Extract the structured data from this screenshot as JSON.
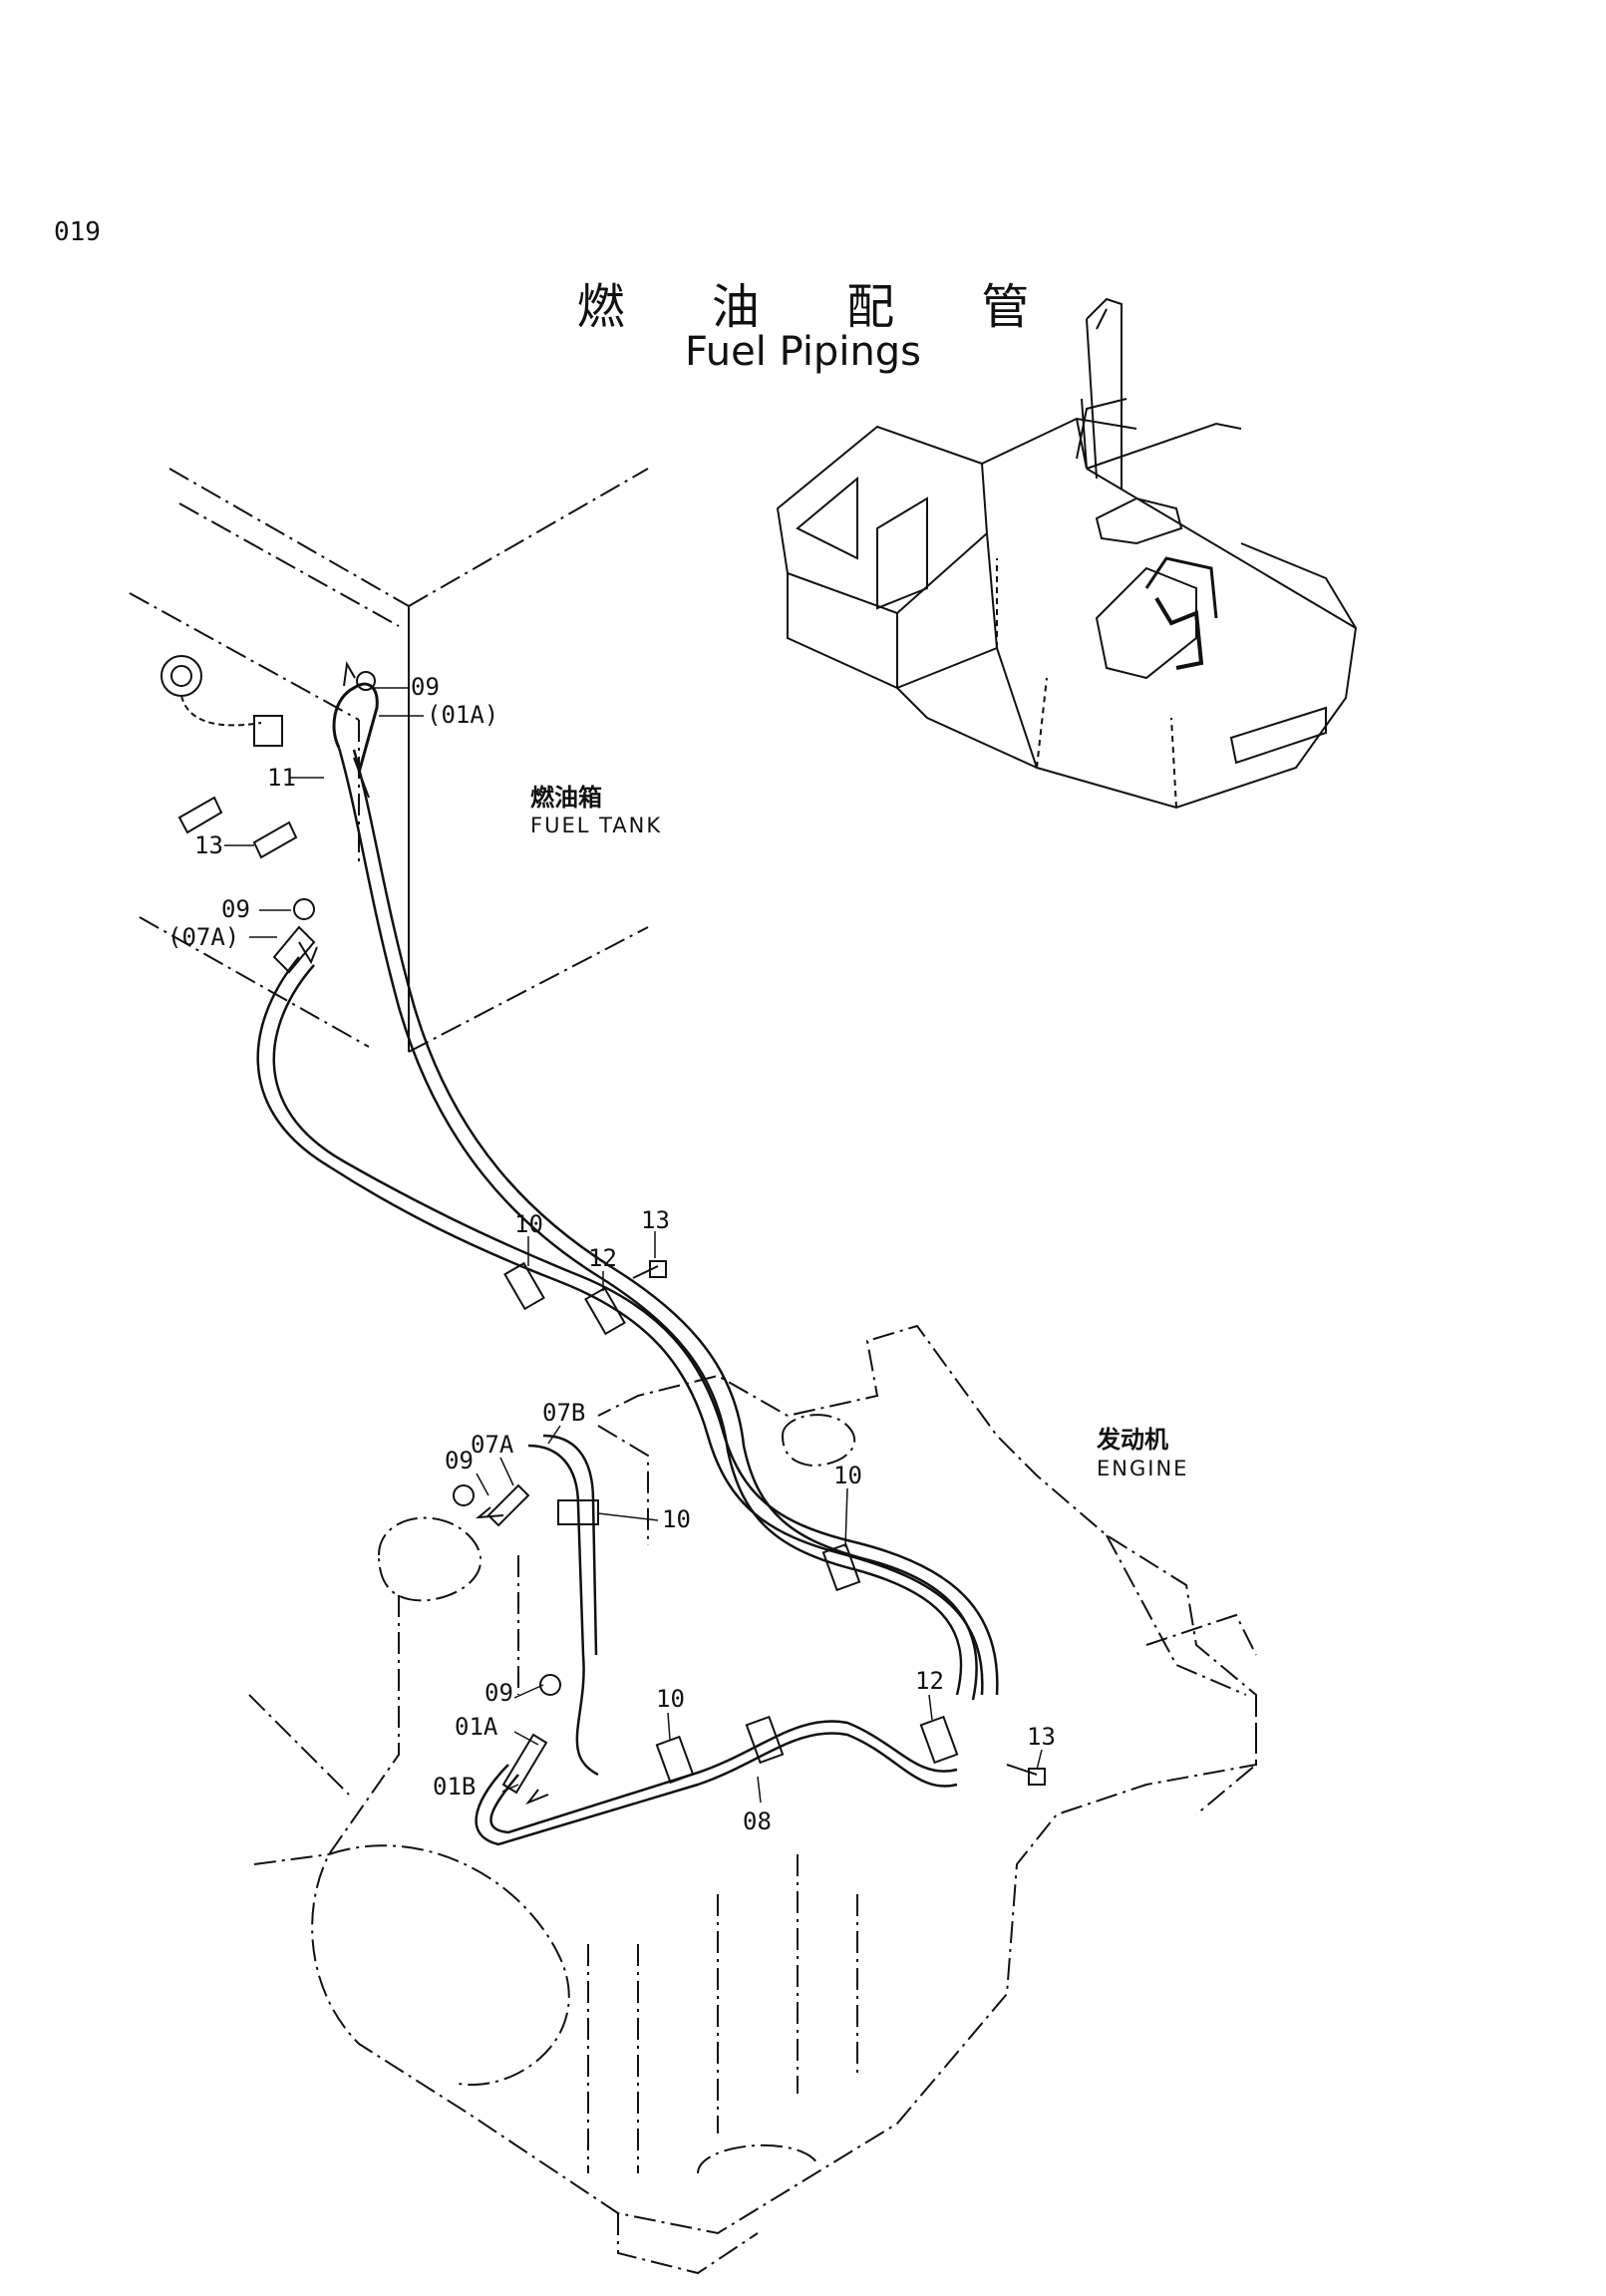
{
  "page": {
    "number": "019"
  },
  "title": {
    "zh": "燃 油 配 管",
    "en": "Fuel Pipings"
  },
  "component_labels": {
    "fuel_tank": {
      "zh": "燃油箱",
      "en": "FUEL TANK"
    },
    "engine": {
      "zh": "发动机",
      "en": "ENGINE"
    }
  },
  "callouts": {
    "tank_09_top": "09",
    "tank_01a": "(01A)",
    "tank_11": "11",
    "tank_13": "13",
    "tank_09_low": "09",
    "tank_07a": "(07A)",
    "clamp_10_top": "10",
    "bolt_13_top": "13",
    "clamp_12_top": "12",
    "engine_07b": "07B",
    "engine_07a": "07A",
    "engine_09_top": "09",
    "engine_10_mid": "10",
    "engine_10_right": "10",
    "engine_09_low": "09",
    "engine_01a": "01A",
    "engine_01b": "01B",
    "engine_10_low": "10",
    "engine_08": "08",
    "engine_12_low": "12",
    "engine_13_low": "13"
  },
  "colors": {
    "ink": "#111111",
    "paper": "#ffffff"
  }
}
